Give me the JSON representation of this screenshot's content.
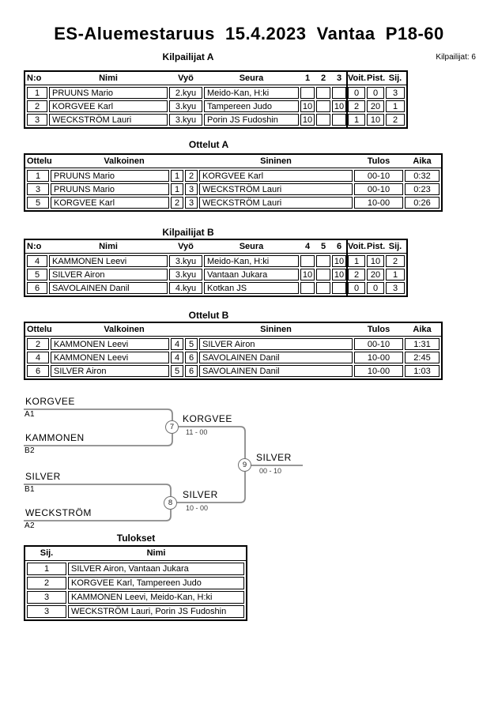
{
  "page": {
    "title": "ES-Aluemestaruus  15.4.2023  Vantaa  P18-60",
    "competitors_total_label": "Kilpailijat: 6"
  },
  "competitors_a": {
    "title": "Kilpailijat A",
    "headers": [
      "N:o",
      "Nimi",
      "Vyö",
      "Seura",
      "1",
      "2",
      "3",
      "Voit.",
      "Pist.",
      "Sij."
    ],
    "rows": [
      [
        "1",
        "PRUUNS Mario",
        "2.kyu",
        "Meido-Kan, H:ki",
        "",
        "",
        "",
        "0",
        "0",
        "3"
      ],
      [
        "2",
        "KORGVEE Karl",
        "3.kyu",
        "Tampereen Judo",
        "10",
        "",
        "10",
        "2",
        "20",
        "1"
      ],
      [
        "3",
        "WECKSTRÖM Lauri",
        "3.kyu",
        "Porin JS Fudoshin",
        "10",
        "",
        "",
        "1",
        "10",
        "2"
      ]
    ]
  },
  "matches_a": {
    "title": "Ottelut A",
    "headers": [
      "Ottelu",
      "Valkoinen",
      "Sininen",
      "Tulos",
      "Aika"
    ],
    "rows": [
      [
        "1",
        "PRUUNS Mario",
        "1",
        "2",
        "KORGVEE Karl",
        "00-10",
        "0:32"
      ],
      [
        "3",
        "PRUUNS Mario",
        "1",
        "3",
        "WECKSTRÖM Lauri",
        "00-10",
        "0:23"
      ],
      [
        "5",
        "KORGVEE Karl",
        "2",
        "3",
        "WECKSTRÖM Lauri",
        "10-00",
        "0:26"
      ]
    ]
  },
  "competitors_b": {
    "title": "Kilpailijat B",
    "headers": [
      "N:o",
      "Nimi",
      "Vyö",
      "Seura",
      "4",
      "5",
      "6",
      "Voit.",
      "Pist.",
      "Sij."
    ],
    "rows": [
      [
        "4",
        "KAMMONEN Leevi",
        "3.kyu",
        "Meido-Kan, H:ki",
        "",
        "",
        "10",
        "1",
        "10",
        "2"
      ],
      [
        "5",
        "SILVER Airon",
        "3.kyu",
        "Vantaan Jukara",
        "10",
        "",
        "10",
        "2",
        "20",
        "1"
      ],
      [
        "6",
        "SAVOLAINEN Danil",
        "4.kyu",
        "Kotkan JS",
        "",
        "",
        "",
        "0",
        "0",
        "3"
      ]
    ]
  },
  "matches_b": {
    "title": "Ottelut B",
    "headers": [
      "Ottelu",
      "Valkoinen",
      "Sininen",
      "Tulos",
      "Aika"
    ],
    "rows": [
      [
        "2",
        "KAMMONEN Leevi",
        "4",
        "5",
        "SILVER Airon",
        "00-10",
        "1:31"
      ],
      [
        "4",
        "KAMMONEN Leevi",
        "4",
        "6",
        "SAVOLAINEN Danil",
        "10-00",
        "2:45"
      ],
      [
        "6",
        "SILVER Airon",
        "5",
        "6",
        "SAVOLAINEN Danil",
        "10-00",
        "1:03"
      ]
    ]
  },
  "bracket": {
    "semifinal_1": {
      "match_no": "7",
      "top_name": "KORGVEE",
      "top_seed": "A1",
      "bottom_name": "KAMMONEN",
      "bottom_seed": "B2",
      "winner_name": "KORGVEE",
      "score": "11 - 00"
    },
    "semifinal_2": {
      "match_no": "8",
      "top_name": "SILVER",
      "top_seed": "B1",
      "bottom_name": "WECKSTRÖM",
      "bottom_seed": "A2",
      "winner_name": "SILVER",
      "score": "10 - 00"
    },
    "final": {
      "match_no": "9",
      "winner_name": "SILVER",
      "score": "00 - 10"
    }
  },
  "results": {
    "title": "Tulokset",
    "headers": [
      "Sij.",
      "Nimi"
    ],
    "rows": [
      [
        "1",
        "SILVER Airon, Vantaan Jukara"
      ],
      [
        "2",
        "KORGVEE Karl, Tampereen Judo"
      ],
      [
        "3",
        "KAMMONEN Leevi, Meido-Kan, H:ki"
      ],
      [
        "3",
        "WECKSTRÖM Lauri, Porin JS Fudoshin"
      ]
    ]
  },
  "colors": {
    "table_border": "#000000",
    "bracket_line": "#8a8a8a",
    "score_text": "#3c3c3c"
  }
}
